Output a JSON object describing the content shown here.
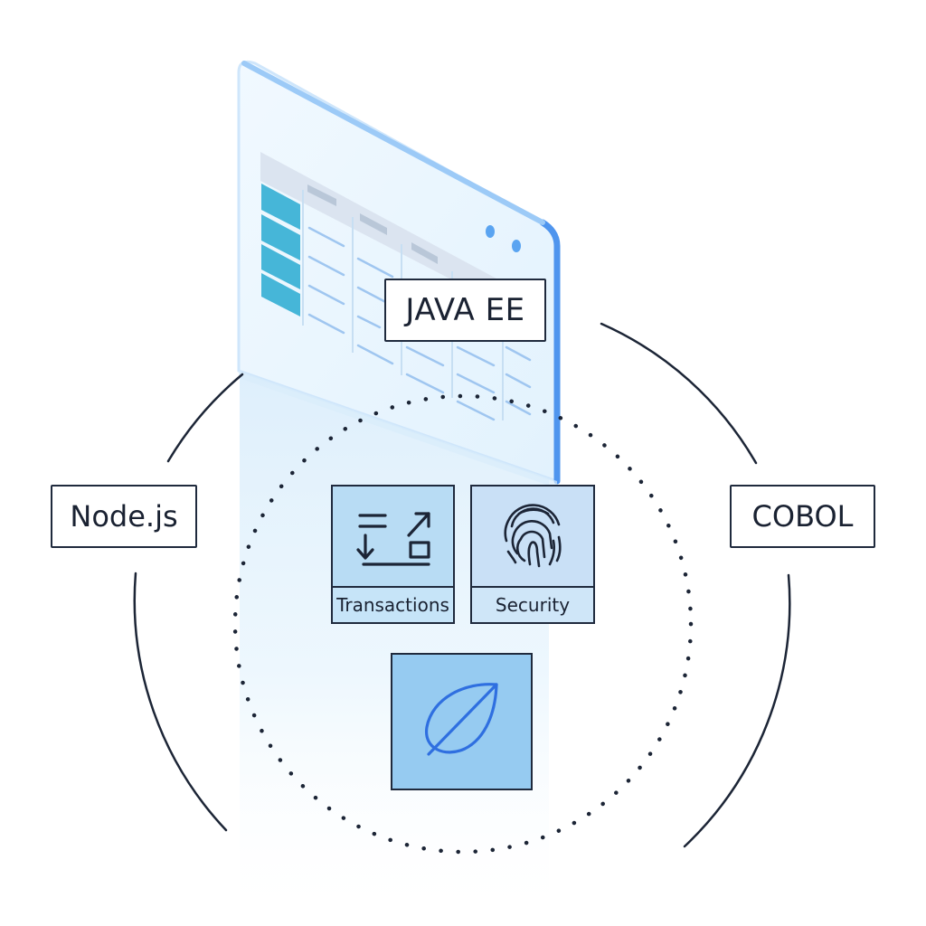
{
  "platforms": {
    "java": "JAVA EE",
    "node": "Node.js",
    "cobol": "COBOL"
  },
  "capabilities": {
    "transactions": {
      "label": "Transactions",
      "icon": "transfer-arrows-icon"
    },
    "security": {
      "label": "Security",
      "icon": "fingerprint-icon"
    },
    "sustainability": {
      "label": "",
      "icon": "leaf-icon"
    }
  },
  "colors": {
    "outline": "#1f2a3d",
    "window_frame": "#5a9ef0",
    "window_fill": "#eaf6ff",
    "sidebar_block": "#46b6d8",
    "tile_fill": "#b8dcf4",
    "leaf_tile_fill": "#96cbf1",
    "leaf_stroke": "#2f6fe0"
  }
}
